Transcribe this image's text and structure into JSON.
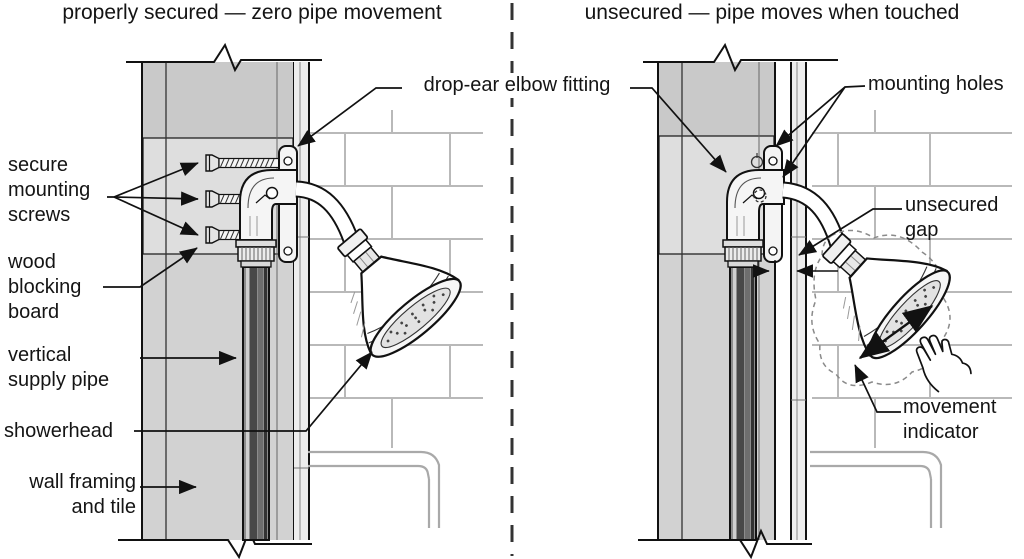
{
  "left_panel": {
    "title": "properly secured — zero pipe movement",
    "labels": {
      "secure_screws": "secure\nmounting\nscrews",
      "wood_blocking": "wood\nblocking\nboard",
      "supply_pipe": "vertical\nsupply pipe",
      "showerhead": "showerhead",
      "wall_framing": "wall framing\nand tile"
    }
  },
  "right_panel": {
    "title": "unsecured — pipe moves when touched",
    "labels": {
      "mounting_holes": "mounting holes",
      "unsecured_gap": "unsecured\ngap",
      "movement_indicator": "movement\nindicator"
    }
  },
  "shared": {
    "drop_ear": "drop-ear elbow fitting"
  },
  "colors": {
    "ink": "#111111",
    "wall_fill": "#d2d2d2",
    "wall_top_fill": "#c9c9c9",
    "blocking_fill": "#dedede",
    "tile_line": "#b9b9b9",
    "pipe_dark": "#484848",
    "bench_line": "#a9a9a9",
    "background": "#ffffff"
  }
}
